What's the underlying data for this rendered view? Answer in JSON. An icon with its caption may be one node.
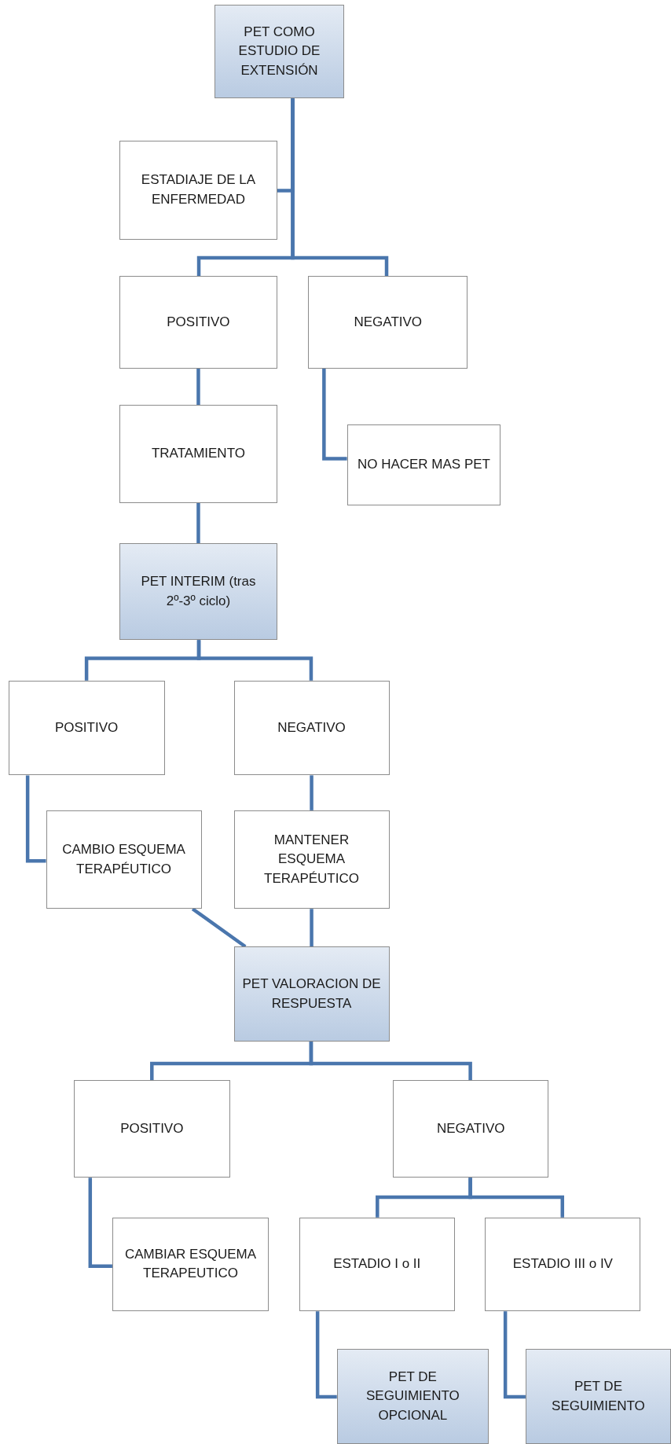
{
  "diagram": {
    "nodes": [
      {
        "text": [
          "PET COMO ESTUDIO DE EXTENSIÓN"
        ]
      },
      {
        "text": [
          "ESTADIAJE DE LA ENFERMEDAD"
        ]
      },
      {
        "text": [
          "POSITIVO"
        ]
      },
      {
        "text": [
          "NEGATIVO"
        ]
      },
      {
        "text": [
          "TRATAMIENTO"
        ]
      },
      {
        "text": [
          "NO HACER MAS PET"
        ]
      },
      {
        "text": [
          "PET INTERIM (tras 2º-3º ciclo)"
        ]
      },
      {
        "text": [
          "POSITIVO"
        ]
      },
      {
        "text": [
          "NEGATIVO"
        ]
      },
      {
        "text": [
          "CAMBIO ESQUEMA TERAPÉUTICO"
        ]
      },
      {
        "text": [
          "MANTENER ESQUEMA TERAPÉUTICO"
        ]
      },
      {
        "text": [
          "PET VALORACION DE RESPUESTA"
        ]
      },
      {
        "text": [
          "POSITIVO"
        ]
      },
      {
        "text": [
          "NEGATIVO"
        ]
      },
      {
        "text": [
          "CAMBIAR ESQUEMA TERAPEUTICO"
        ]
      },
      {
        "text": [
          "ESTADIO I o II"
        ]
      },
      {
        "text": [
          "ESTADIO III o IV"
        ]
      },
      {
        "text": [
          "PET DE SEGUIMIENTO OPCIONAL"
        ]
      },
      {
        "text": [
          "PET DE SEGUIMIENTO"
        ]
      }
    ],
    "edges": [
      {
        "from": 0,
        "to": 1,
        "arrow": "none"
      },
      {
        "from": 0,
        "to": 2,
        "arrow": "none"
      },
      {
        "from": 0,
        "to": 3,
        "arrow": "none"
      },
      {
        "from": 2,
        "to": 4,
        "arrow": "none"
      },
      {
        "from": 3,
        "to": 5,
        "arrow": "none"
      },
      {
        "from": 4,
        "to": 6,
        "arrow": "none"
      },
      {
        "from": 6,
        "to": 7,
        "arrow": "none"
      },
      {
        "from": 6,
        "to": 8,
        "arrow": "none"
      },
      {
        "from": 7,
        "to": 9,
        "arrow": "none"
      },
      {
        "from": 8,
        "to": 10,
        "arrow": "none"
      },
      {
        "from": 9,
        "to": 11,
        "arrow": "none"
      },
      {
        "from": 10,
        "to": 11,
        "arrow": "none"
      },
      {
        "from": 11,
        "to": 12,
        "arrow": "none"
      },
      {
        "from": 11,
        "to": 13,
        "arrow": "none"
      },
      {
        "from": 12,
        "to": 14,
        "arrow": "none"
      },
      {
        "from": 13,
        "to": 15,
        "arrow": "none"
      },
      {
        "from": 13,
        "to": 16,
        "arrow": "none"
      },
      {
        "from": 15,
        "to": 17,
        "arrow": "none"
      },
      {
        "from": 16,
        "to": 18,
        "arrow": "none"
      }
    ]
  }
}
